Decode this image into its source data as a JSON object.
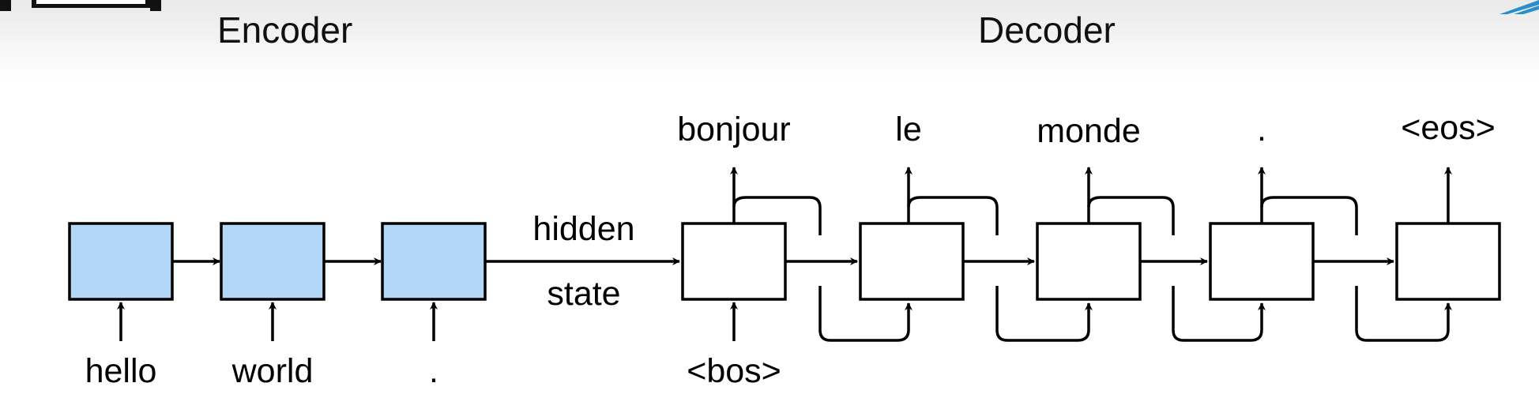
{
  "headings": {
    "encoder": "Encoder",
    "decoder": "Decoder"
  },
  "encoder": {
    "inputs": [
      "hello",
      "world",
      "."
    ],
    "cell_color": "#b3d7f7"
  },
  "transition": {
    "label_line1": "hidden",
    "label_line2": "state"
  },
  "decoder": {
    "start_token": "<bos>",
    "outputs": [
      "bonjour",
      "le",
      "monde",
      ".",
      "<eos>"
    ],
    "cell_color": "#ffffff"
  },
  "colors": {
    "stroke": "#000000",
    "corner_accent": "#2a8fc9"
  }
}
